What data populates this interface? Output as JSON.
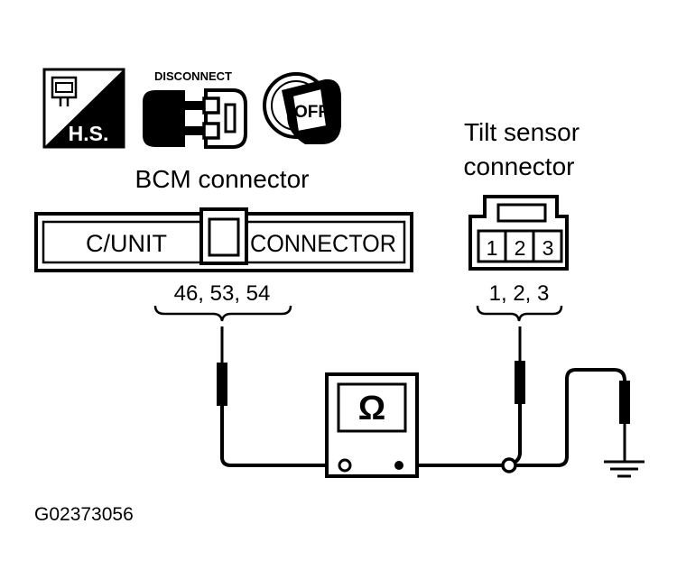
{
  "icons": {
    "hs_label": "H.S.",
    "disconnect_label": "DISCONNECT",
    "ignition_label": "OFF"
  },
  "bcm": {
    "title": "BCM connector",
    "left_text": "C/UNIT",
    "right_text": "CONNECTOR",
    "pins": "46, 53, 54"
  },
  "tilt": {
    "title_line1": "Tilt sensor",
    "title_line2": "connector",
    "pin1": "1",
    "pin2": "2",
    "pin3": "3",
    "pins": "1, 2, 3"
  },
  "meter": {
    "symbol": "Ω"
  },
  "figure_id": "G02373056"
}
